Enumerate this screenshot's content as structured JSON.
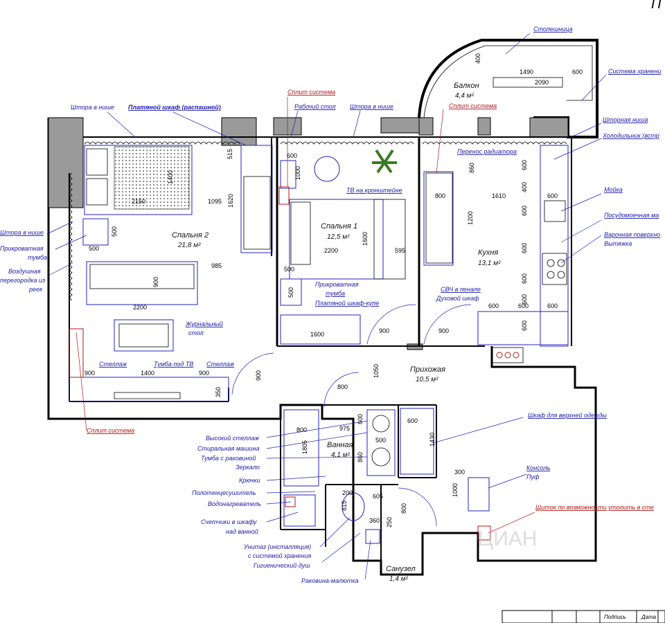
{
  "title_corner": "П",
  "rooms": [
    {
      "name": "Спальня 2",
      "area": "21,8 м²"
    },
    {
      "name": "Спальня 1",
      "area": "12,5 м²"
    },
    {
      "name": "Кухня",
      "area": "13,1 м²"
    },
    {
      "name": "Балкон",
      "area": "4,4 м²"
    },
    {
      "name": "Прихожая",
      "area": "10,5 м²"
    },
    {
      "name": "Ванная",
      "area": "4,1 м²"
    },
    {
      "name": "Санузел",
      "area": "1,4 м²"
    }
  ],
  "labels": {
    "countertop": "Столешница",
    "storage_system": "Система хранени",
    "curtain_niche_1": "Штора в нише",
    "wardrobe_swing": "Платяной шкаф (распашной)",
    "split_1": "Сплит система",
    "desk": "Рабочий стол",
    "curtain_niche_2": "Штора в нише",
    "split_2": "Сплит система",
    "curtain_niche_k": "Шторная ниша",
    "fridge": "Холодильник (встр",
    "radiator": "Перенос радиатора",
    "tv_bracket": "ТВ на кронштейне",
    "sink": "Мойка",
    "dishwasher": "Посудомоечная ма",
    "hob": "Варочная поверхно",
    "hood": "Вытяжка",
    "curtain_niche_left": "Штора в нише",
    "bedside_1": "Прикроватная",
    "bedside_1b": "тумба",
    "air_partition": "Воздушная",
    "air_partition_b": "перегородка из",
    "air_partition_c": "реек",
    "bedside_2": "Прикроватная",
    "bedside_2b": "тумба",
    "wardrobe_coupe": "Платяной шкаф-купе",
    "microwave": "СВЧ в пенале",
    "oven": "Духовой шкаф",
    "coffee_table": "Журнальный",
    "coffee_table_b": "стол",
    "shelf_1": "Стеллаж",
    "tv_stand": "Тумба под ТВ",
    "shelf_2": "Стеллаж",
    "split_3": "Сплит система",
    "outer_wardrobe": "Шкаф для верхней одежды",
    "tall_shelf": "Высокий стеллаж",
    "washer": "Стиральная машина",
    "vanity": "Тумба с раковиной",
    "mirror": "Зеркало",
    "hooks": "Крючки",
    "towel": "Полотенцесушитель",
    "water_heater": "Водонагреватель",
    "meters": "Счетчики в шкафу",
    "meters_b": "над ванной",
    "toilet": "Унитаз (инсталляция)",
    "toilet_b": "с системой хранения",
    "hyg_shower": "Гигиенический душ",
    "mini_sink": "Раковина-малютка",
    "console": "Консоль",
    "pouf": "Пуф",
    "panel": "Щиток по возможности утопить в сте"
  },
  "dims": {
    "d400": "400",
    "d1490": "1490",
    "d600a": "600",
    "d2090": "2090",
    "d515": "515",
    "d1400": "1400",
    "d2150": "2150",
    "d1095": "1095",
    "d1620": "1620",
    "d600b": "600",
    "d1000": "1000",
    "d860": "860",
    "d600c": "600",
    "d600d": "600",
    "d400b": "400",
    "d800": "800",
    "d1610": "1610",
    "d600e": "600",
    "d1200": "1200",
    "d500a": "500",
    "d2200a": "2200",
    "d1600a": "1600",
    "d595": "595",
    "d600f": "600",
    "d600g": "600",
    "d600h": "600",
    "d500b": "500",
    "d985": "985",
    "d900a": "900",
    "d2200b": "2200",
    "d500c": "500",
    "d1600b": "1600",
    "d900b": "900",
    "d900c": "900",
    "d600i": "600",
    "d600j": "600",
    "d600k": "600",
    "d600l": "600",
    "d900d": "900",
    "d1400b": "1400",
    "d900e": "900",
    "d350": "350",
    "d900f": "900",
    "d1050": "1050",
    "d800b": "800",
    "d600m": "600",
    "d800c": "800",
    "d975": "975",
    "d500d": "500",
    "d1805": "1805",
    "d860b": "860",
    "d1430": "1430",
    "d600n": "600",
    "d200": "200",
    "d605": "605",
    "d815": "815",
    "d800d": "800",
    "d360": "360",
    "d250": "250",
    "d300": "300",
    "d1000b": "1000"
  },
  "title_block": {
    "sign": "Подпись",
    "date": "Дата"
  },
  "watermark": "ЦИАН"
}
